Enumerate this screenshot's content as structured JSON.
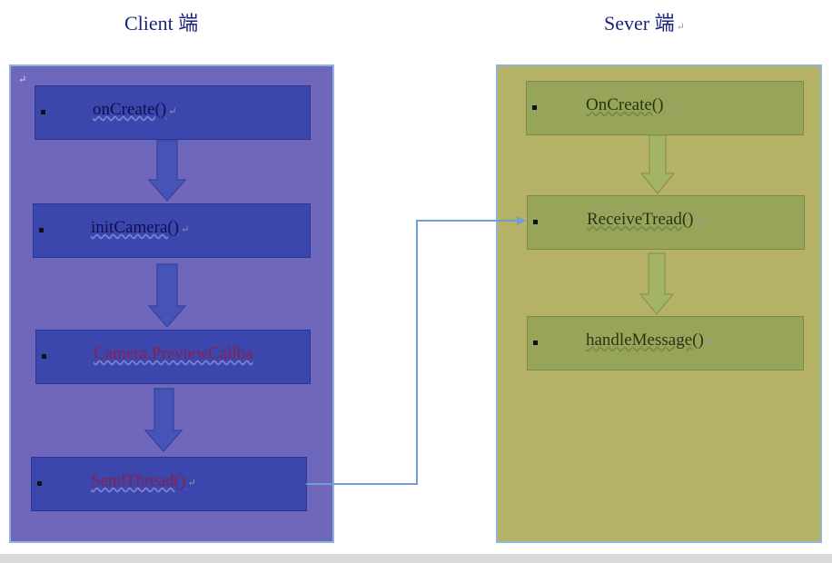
{
  "titles": {
    "client": "Client 端",
    "server": "Sever 端"
  },
  "client_steps": [
    "onCreate()",
    "initCamera()",
    "Camera.PreviewCallba",
    "SendThread()"
  ],
  "server_steps": [
    "OnCreate()",
    "ReceiveTread()",
    "handleMessage()"
  ],
  "marks": {
    "return": "↵"
  },
  "colors": {
    "client_panel": "#6f67bb",
    "client_box": "#3b47ad",
    "server_panel": "#b5b267",
    "server_box": "#97a55a",
    "connector": "#6e9fcf"
  }
}
